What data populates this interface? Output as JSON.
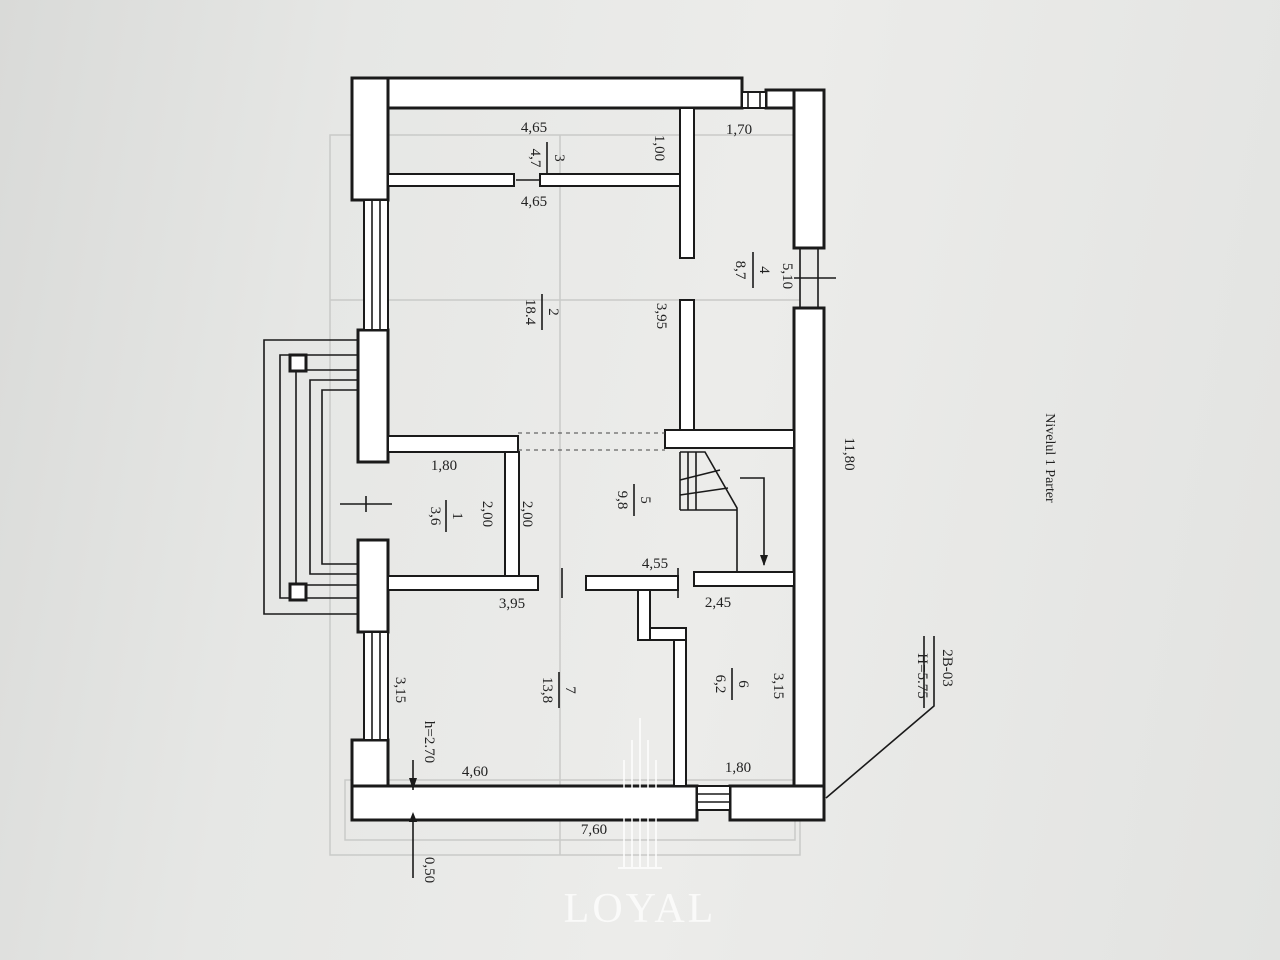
{
  "level_title": "Nivelul 1 Parter",
  "building_code": "2B-03",
  "building_height": "H=5.75",
  "room_height": "h=2.70",
  "elevation": "0,50",
  "rooms": [
    {
      "number": "1",
      "area": "3,6"
    },
    {
      "number": "2",
      "area": "18.4"
    },
    {
      "number": "3",
      "area": "4,7"
    },
    {
      "number": "4",
      "area": "8,7"
    },
    {
      "number": "5",
      "area": "9,8"
    },
    {
      "number": "6",
      "area": "6,2"
    },
    {
      "number": "7",
      "area": "13,8"
    }
  ],
  "dimensions": {
    "d465a": "4,65",
    "d100": "1,00",
    "d170": "1,70",
    "d465b": "4,65",
    "d510": "5,10",
    "d395a": "3,95",
    "d1180": "11,80",
    "d180a": "1,80",
    "d200a": "2,00",
    "d200b": "2,00",
    "d455": "4,55",
    "d395b": "3,95",
    "d245": "2,45",
    "d315a": "3,15",
    "d315b": "3,15",
    "d460": "4,60",
    "d180b": "1,80",
    "d760": "7,60"
  },
  "watermark": "LOYAL"
}
